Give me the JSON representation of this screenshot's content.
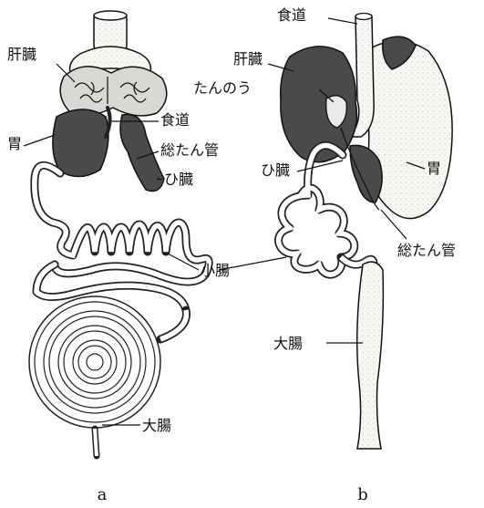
{
  "figures": {
    "a": {
      "caption": "a",
      "labels": {
        "liver": "肝臓",
        "stomach": "胃",
        "esophagus": "食道",
        "common_bile_duct": "総たん管",
        "pancreas": "ひ臓",
        "small_intestine": "小腸",
        "large_intestine": "大腸"
      }
    },
    "b": {
      "caption": "b",
      "labels": {
        "esophagus": "食道",
        "liver": "肝臓",
        "gallbladder": "たんのう",
        "pancreas": "ひ臓",
        "stomach": "胃",
        "common_bile_duct": "総たん管",
        "large_intestine": "大腸"
      }
    }
  }
}
